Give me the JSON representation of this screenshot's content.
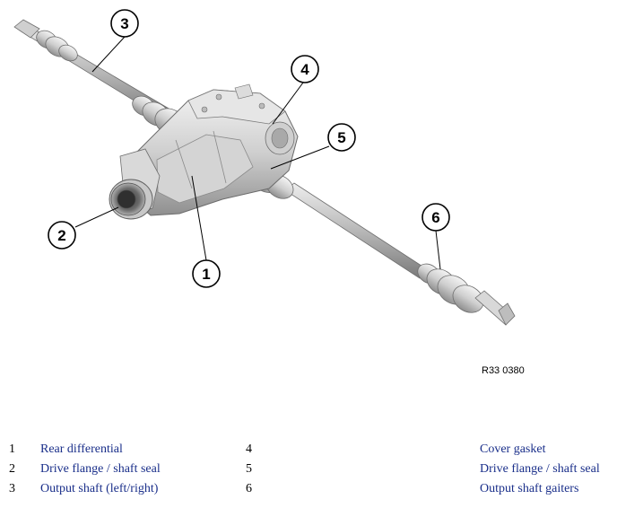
{
  "figure": {
    "reference": "R33 0380",
    "callouts": [
      "1",
      "2",
      "3",
      "4",
      "5",
      "6"
    ]
  },
  "legend": [
    {
      "left": {
        "number": "1",
        "label": "Rear differential"
      },
      "right": {
        "number": "4",
        "label": "Cover gasket"
      }
    },
    {
      "left": {
        "number": "2",
        "label": "Drive flange / shaft seal"
      },
      "right": {
        "number": "5",
        "label": "Drive flange / shaft seal"
      }
    },
    {
      "left": {
        "number": "3",
        "label": "Output shaft (left/right)"
      },
      "right": {
        "number": "6",
        "label": "Output shaft gaiters"
      }
    }
  ]
}
